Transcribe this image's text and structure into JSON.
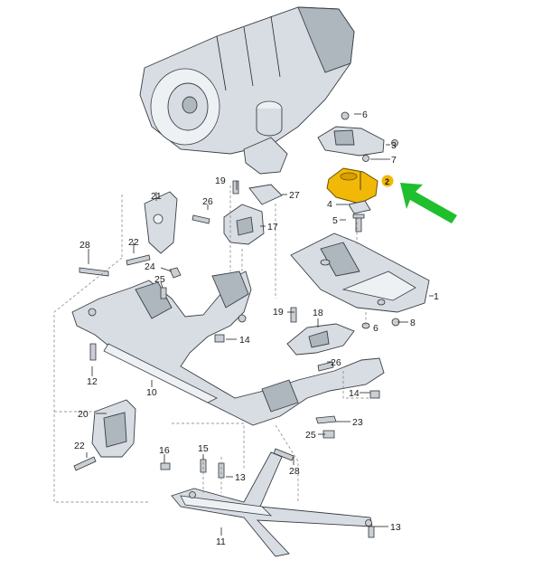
{
  "highlight_color": "#f2b807",
  "arrow_color": "#1fbf2e",
  "callouts": [
    {
      "id": "c1",
      "text": "1"
    },
    {
      "id": "c2",
      "text": "2"
    },
    {
      "id": "c3",
      "text": "3"
    },
    {
      "id": "c4",
      "text": "4"
    },
    {
      "id": "c5",
      "text": "5"
    },
    {
      "id": "c6a",
      "text": "6"
    },
    {
      "id": "c6b",
      "text": "6"
    },
    {
      "id": "c7",
      "text": "7"
    },
    {
      "id": "c8",
      "text": "8"
    },
    {
      "id": "c10",
      "text": "10"
    },
    {
      "id": "c11",
      "text": "11"
    },
    {
      "id": "c12",
      "text": "12"
    },
    {
      "id": "c13a",
      "text": "13"
    },
    {
      "id": "c13b",
      "text": "13"
    },
    {
      "id": "c14a",
      "text": "14"
    },
    {
      "id": "c14b",
      "text": "14"
    },
    {
      "id": "c15",
      "text": "15"
    },
    {
      "id": "c16",
      "text": "16"
    },
    {
      "id": "c17",
      "text": "17"
    },
    {
      "id": "c18",
      "text": "18"
    },
    {
      "id": "c19a",
      "text": "19"
    },
    {
      "id": "c19b",
      "text": "19"
    },
    {
      "id": "c20",
      "text": "20"
    },
    {
      "id": "c21",
      "text": "21"
    },
    {
      "id": "c22a",
      "text": "22"
    },
    {
      "id": "c22b",
      "text": "22"
    },
    {
      "id": "c23",
      "text": "23"
    },
    {
      "id": "c24",
      "text": "24"
    },
    {
      "id": "c25a",
      "text": "25"
    },
    {
      "id": "c25b",
      "text": "25"
    },
    {
      "id": "c26a",
      "text": "26"
    },
    {
      "id": "c26b",
      "text": "26"
    },
    {
      "id": "c27",
      "text": "27"
    },
    {
      "id": "c28a",
      "text": "28"
    },
    {
      "id": "c28b",
      "text": "28"
    }
  ]
}
